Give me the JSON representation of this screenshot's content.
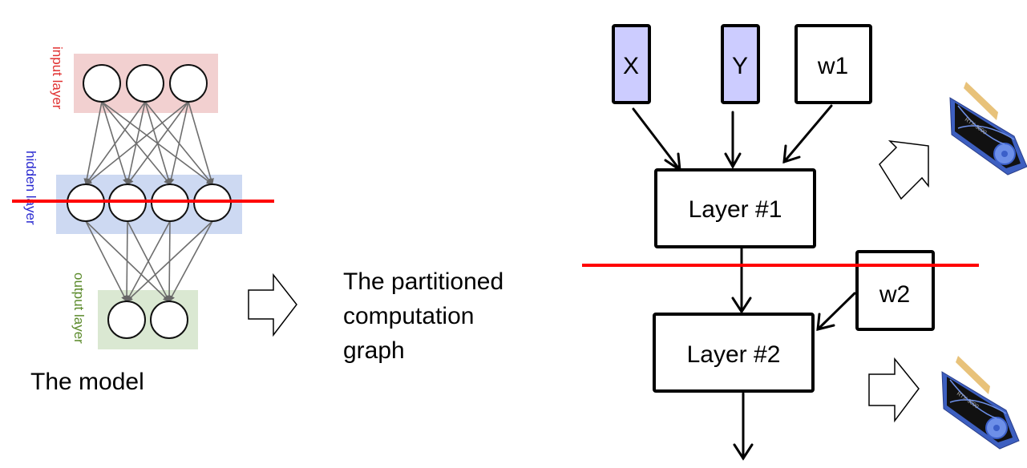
{
  "model": {
    "caption": "The model",
    "layers": [
      {
        "label": "input layer",
        "color": "#e03030",
        "bg": "#f2d0d0",
        "neurons": 3
      },
      {
        "label": "hidden layer",
        "color": "#2a2ad0",
        "bg": "#cdd9f2",
        "neurons": 4
      },
      {
        "label": "output layer",
        "color": "#5a8a2a",
        "bg": "#dae8d2",
        "neurons": 2
      }
    ]
  },
  "middle": {
    "caption_lines": [
      "The partitioned",
      "computation",
      "graph"
    ]
  },
  "graph": {
    "inputs": [
      {
        "label": "X",
        "fill": "#ccccff"
      },
      {
        "label": "Y",
        "fill": "#ccccff"
      },
      {
        "label": "w1",
        "fill": "#ffffff"
      }
    ],
    "layer1": "Layer #1",
    "layer2": "Layer #2",
    "w2": "w2"
  },
  "partition_line_color": "#ff0000",
  "gpu_icons": [
    "gpu-card-1",
    "gpu-card-2"
  ]
}
